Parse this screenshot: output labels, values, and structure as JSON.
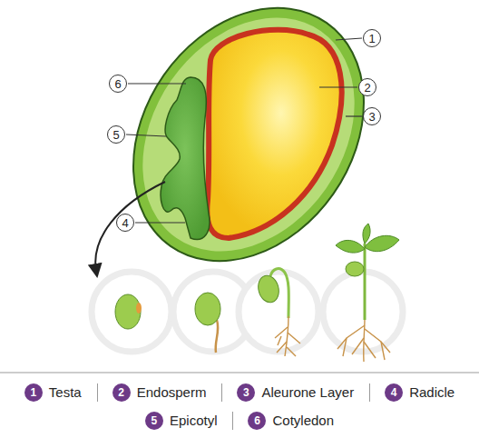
{
  "diagram": {
    "nodes": [
      {
        "text": [
          "1"
        ]
      },
      {
        "text": [
          "6"
        ]
      },
      {
        "text": [
          "2"
        ]
      },
      {
        "text": [
          "3"
        ]
      },
      {
        "text": [
          "5"
        ]
      },
      {
        "text": [
          "4"
        ]
      },
      {
        "text": [
          "1",
          "Testa"
        ]
      },
      {
        "text": [
          "2",
          "Endosperm"
        ]
      },
      {
        "text": [
          "3",
          "Aleurone Layer"
        ]
      },
      {
        "text": [
          "4",
          "Radicle"
        ]
      },
      {
        "text": [
          "5",
          "Epicotyl"
        ]
      },
      {
        "text": [
          "6",
          "Cotyledon"
        ]
      }
    ]
  }
}
